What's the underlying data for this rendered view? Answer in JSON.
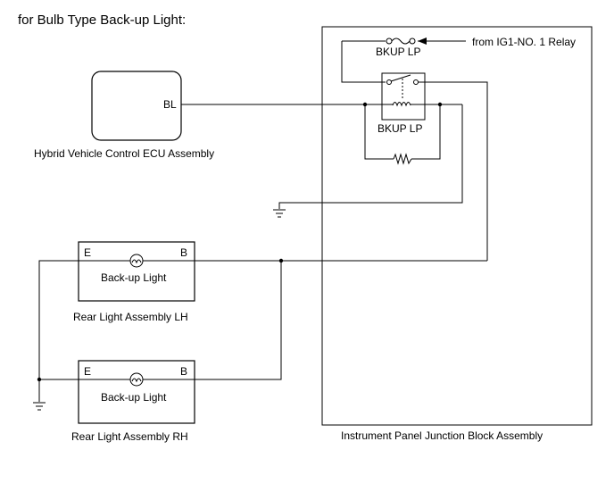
{
  "title": "for Bulb Type Back-up Light:",
  "source_label": "from IG1-NO. 1 Relay",
  "fuse": {
    "label": "BKUP LP"
  },
  "relay": {
    "label": "BKUP LP"
  },
  "ecu": {
    "pin": "BL",
    "label": "Hybrid Vehicle Control ECU Assembly"
  },
  "lamp_lh": {
    "pin_e": "E",
    "pin_b": "B",
    "bulb": "Back-up Light",
    "label": "Rear Light Assembly LH"
  },
  "lamp_rh": {
    "pin_e": "E",
    "pin_b": "B",
    "bulb": "Back-up Light",
    "label": "Rear Light Assembly RH"
  },
  "junction_block": {
    "label": "Instrument Panel Junction Block Assembly"
  }
}
